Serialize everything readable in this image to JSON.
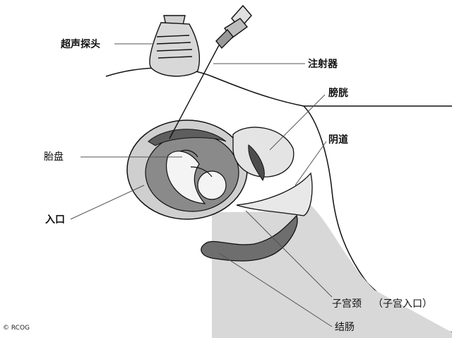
{
  "labels": {
    "probe": "超声探头",
    "syringe": "注射器",
    "bladder": "膀胱",
    "vagina": "阴道",
    "placenta": "胎盘",
    "entrance": "入口",
    "cervix": "子宫颈",
    "cervix_alt": "（子宫入口）",
    "colon": "结肠"
  },
  "copyright": "© RCOG",
  "colors": {
    "line": "#111111",
    "tissue": "#cfcfcf",
    "dark": "#7a7a7a",
    "fetus": "#f4f4f4"
  }
}
